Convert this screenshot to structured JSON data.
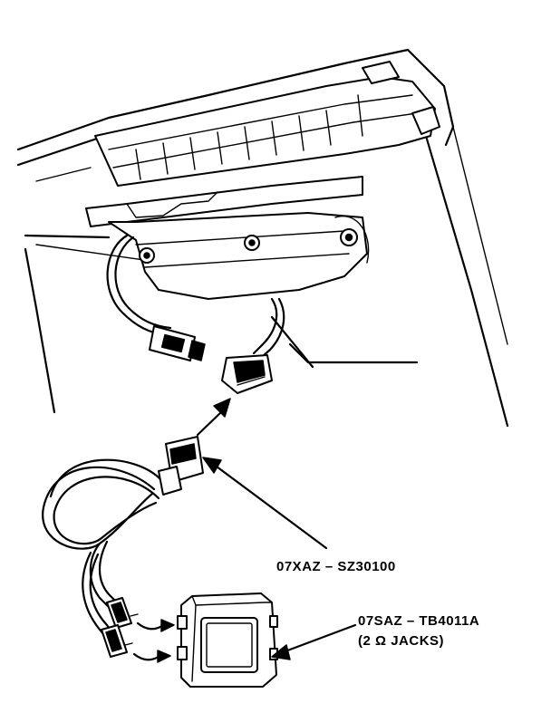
{
  "labels": {
    "harness_part": "07XAZ – SZ30100",
    "tool_part": "07SAZ – TB4011A",
    "tool_note": "(2 Ω JACKS)"
  }
}
